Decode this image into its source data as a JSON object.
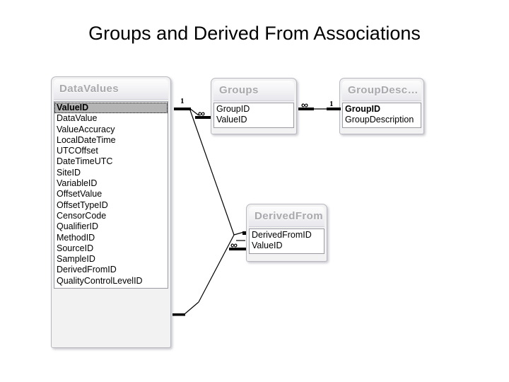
{
  "slide": {
    "title": "Groups and Derived From Associations",
    "background": "#ffffff"
  },
  "diagram": {
    "type": "entity-relationship",
    "tables": [
      {
        "id": "datavalues",
        "name": "DataValues",
        "fields": [
          {
            "name": "ValueID",
            "primary_key": true,
            "selected": true
          },
          {
            "name": "DataValue"
          },
          {
            "name": "ValueAccuracy"
          },
          {
            "name": "LocalDateTime"
          },
          {
            "name": "UTCOffset"
          },
          {
            "name": "DateTimeUTC"
          },
          {
            "name": "SiteID"
          },
          {
            "name": "VariableID"
          },
          {
            "name": "OffsetValue"
          },
          {
            "name": "OffsetTypeID"
          },
          {
            "name": "CensorCode"
          },
          {
            "name": "QualifierID"
          },
          {
            "name": "MethodID"
          },
          {
            "name": "SourceID"
          },
          {
            "name": "SampleID"
          },
          {
            "name": "DerivedFromID"
          },
          {
            "name": "QualityControlLevelID"
          }
        ]
      },
      {
        "id": "groups",
        "name": "Groups",
        "fields": [
          {
            "name": "GroupID"
          },
          {
            "name": "ValueID"
          }
        ]
      },
      {
        "id": "groupdescriptions",
        "name": "GroupDesc…",
        "fields": [
          {
            "name": "GroupID",
            "primary_key": true
          },
          {
            "name": "GroupDescription"
          }
        ]
      },
      {
        "id": "derivedfrom",
        "name": "DerivedFrom",
        "fields": [
          {
            "name": "DerivedFromID"
          },
          {
            "name": "ValueID"
          }
        ]
      }
    ],
    "relationships": [
      {
        "id": "datavalues-groups",
        "from_table": "DataValues",
        "from_field": "ValueID",
        "from_cardinality": "1",
        "to_table": "Groups",
        "to_field": "ValueID",
        "to_cardinality": "∞"
      },
      {
        "id": "groups-groupdescriptions",
        "from_table": "Groups",
        "from_field": "GroupID",
        "from_cardinality": "∞",
        "to_table": "GroupDesc…",
        "to_field": "GroupID",
        "to_cardinality": "1"
      },
      {
        "id": "datavalues-derivedfrom",
        "from_table": "DataValues",
        "from_field": "DerivedFromID",
        "from_cardinality": "1",
        "to_table": "DerivedFrom",
        "to_field": "DerivedFromID",
        "to_cardinality": "∞"
      }
    ],
    "cardinality_labels": {
      "one": "1",
      "many": "∞"
    }
  }
}
